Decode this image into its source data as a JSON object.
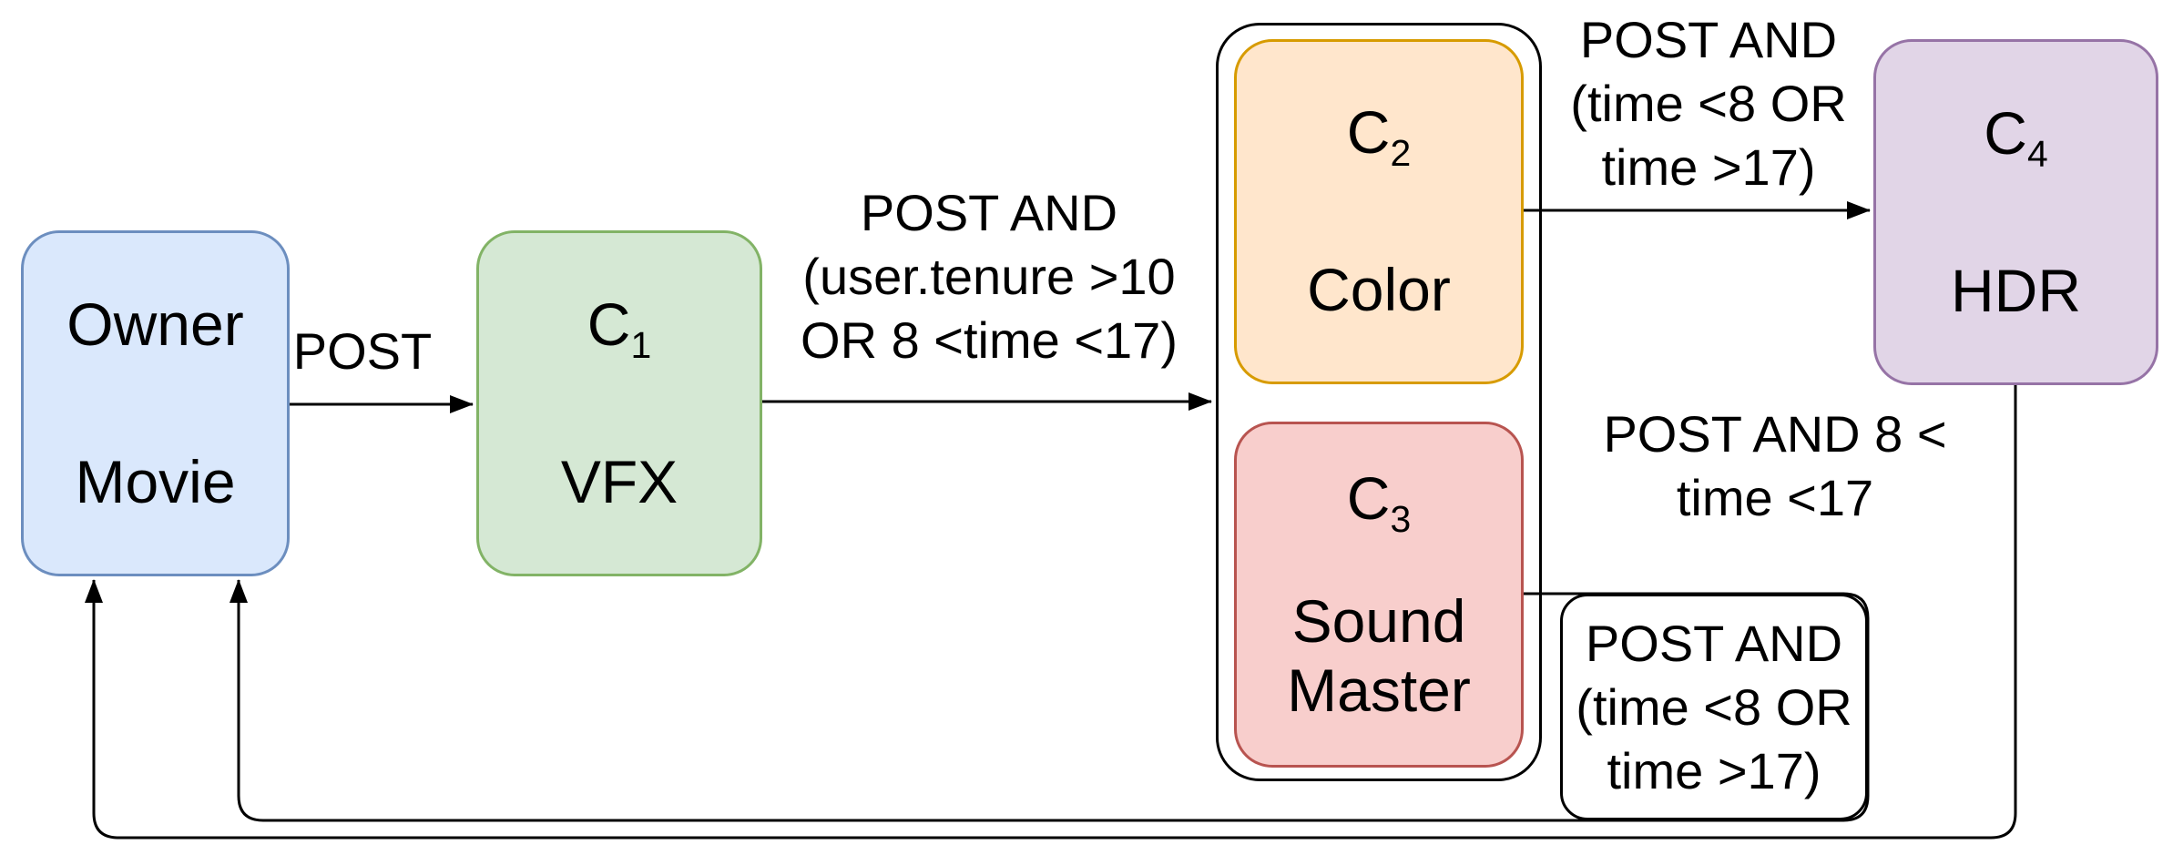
{
  "diagram": {
    "background": "#ffffff",
    "edge_color": "#000000",
    "text_color": "#000000",
    "group": {
      "fill": "#ffffff",
      "stroke": "#000000"
    },
    "nodes": {
      "owner": {
        "line1": "Owner",
        "line2": "Movie",
        "fill": "#dae8fc",
        "stroke": "#6c8ebf"
      },
      "c1": {
        "base": "C",
        "sub": "1",
        "name": "VFX",
        "fill": "#d5e8d4",
        "stroke": "#82b366"
      },
      "c2": {
        "base": "C",
        "sub": "2",
        "name": "Color",
        "fill": "#ffe6cc",
        "stroke": "#d79b00"
      },
      "c3": {
        "base": "C",
        "sub": "3",
        "name": "Sound Master",
        "fill": "#f8cecc",
        "stroke": "#b85450"
      },
      "c4": {
        "base": "C",
        "sub": "4",
        "name": "HDR",
        "fill": "#e1d5e7",
        "stroke": "#9673a6"
      }
    },
    "edges": {
      "owner_to_c1": {
        "label": "POST"
      },
      "c1_to_group": {
        "lines": [
          "POST AND",
          "(user.tenure >10",
          "OR 8 <time <17)"
        ]
      },
      "c2_to_c4": {
        "lines": [
          "POST AND",
          "(time <8 OR",
          "time >17)"
        ]
      },
      "c4_to_owner": {
        "lines": [
          "POST AND 8 <",
          "time <17"
        ]
      },
      "c3_to_owner": {
        "lines": [
          "POST AND",
          "(time <8 OR",
          "time >17)"
        ]
      }
    }
  }
}
